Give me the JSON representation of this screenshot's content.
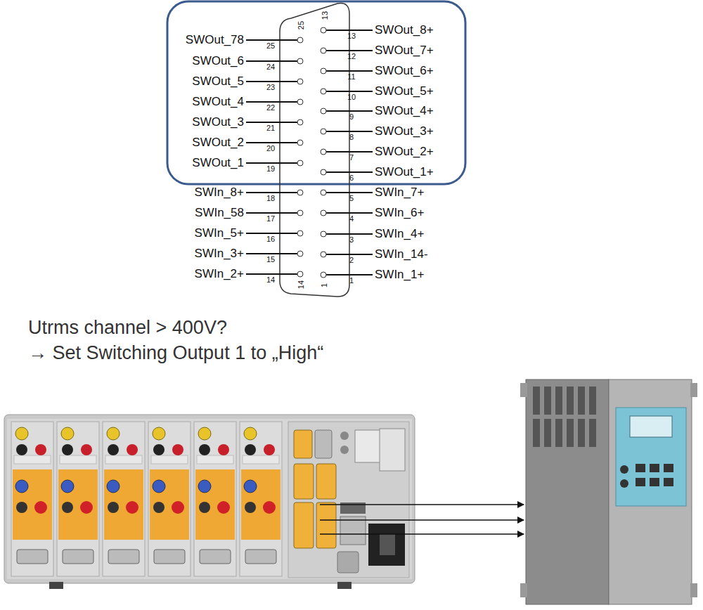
{
  "diagram": {
    "labels": [
      "SWOut_78",
      "25",
      "SWOut_6",
      "24",
      "SWOut_5",
      "23",
      "SWOut_4",
      "22",
      "SWOut_3",
      "21",
      "SWOut_2",
      "20",
      "SWOut_1",
      "19",
      "SWIn_8+",
      "18",
      "SWIn_58",
      "17",
      "SWIn_5+",
      "16",
      "SWIn_3+",
      "15",
      "SWIn_2+",
      "14",
      "SWOut_8+",
      "13",
      "SWOut_7+",
      "12",
      "SWOut_6+",
      "11",
      "SWOut_5+",
      "10",
      "SWOut_4+",
      "9",
      "SWOut_3+",
      "8",
      "SWOut_2+",
      "7",
      "SWOut_1+",
      "6",
      "SWIn_7+",
      "5",
      "SWIn_6+",
      "4",
      "SWIn_4+",
      "3",
      "SWIn_14-",
      "2",
      "SWIn_1+",
      "1",
      "25",
      "13",
      "14",
      "1",
      "Utrms channel > 400V?",
      "→ Set Switching Output 1 to „High“"
    ]
  }
}
